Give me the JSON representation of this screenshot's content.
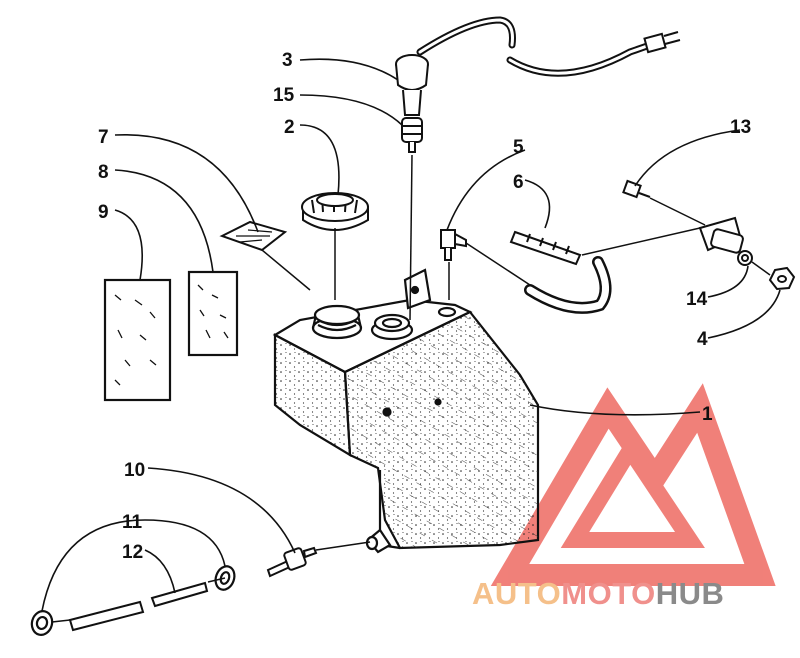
{
  "callouts": [
    "1",
    "2",
    "3",
    "4",
    "5",
    "6",
    "7",
    "8",
    "9",
    "10",
    "11",
    "12",
    "13",
    "14",
    "15"
  ],
  "watermark": {
    "part1": "AUTO",
    "part2": "MOTO",
    "part3": "HUB",
    "color1": "#f5c08a",
    "color2": "#f0908c",
    "color3": "#8a8a8a",
    "logo_color": "#ee6a62"
  },
  "colors": {
    "ink": "#111111",
    "paper": "#ffffff"
  }
}
